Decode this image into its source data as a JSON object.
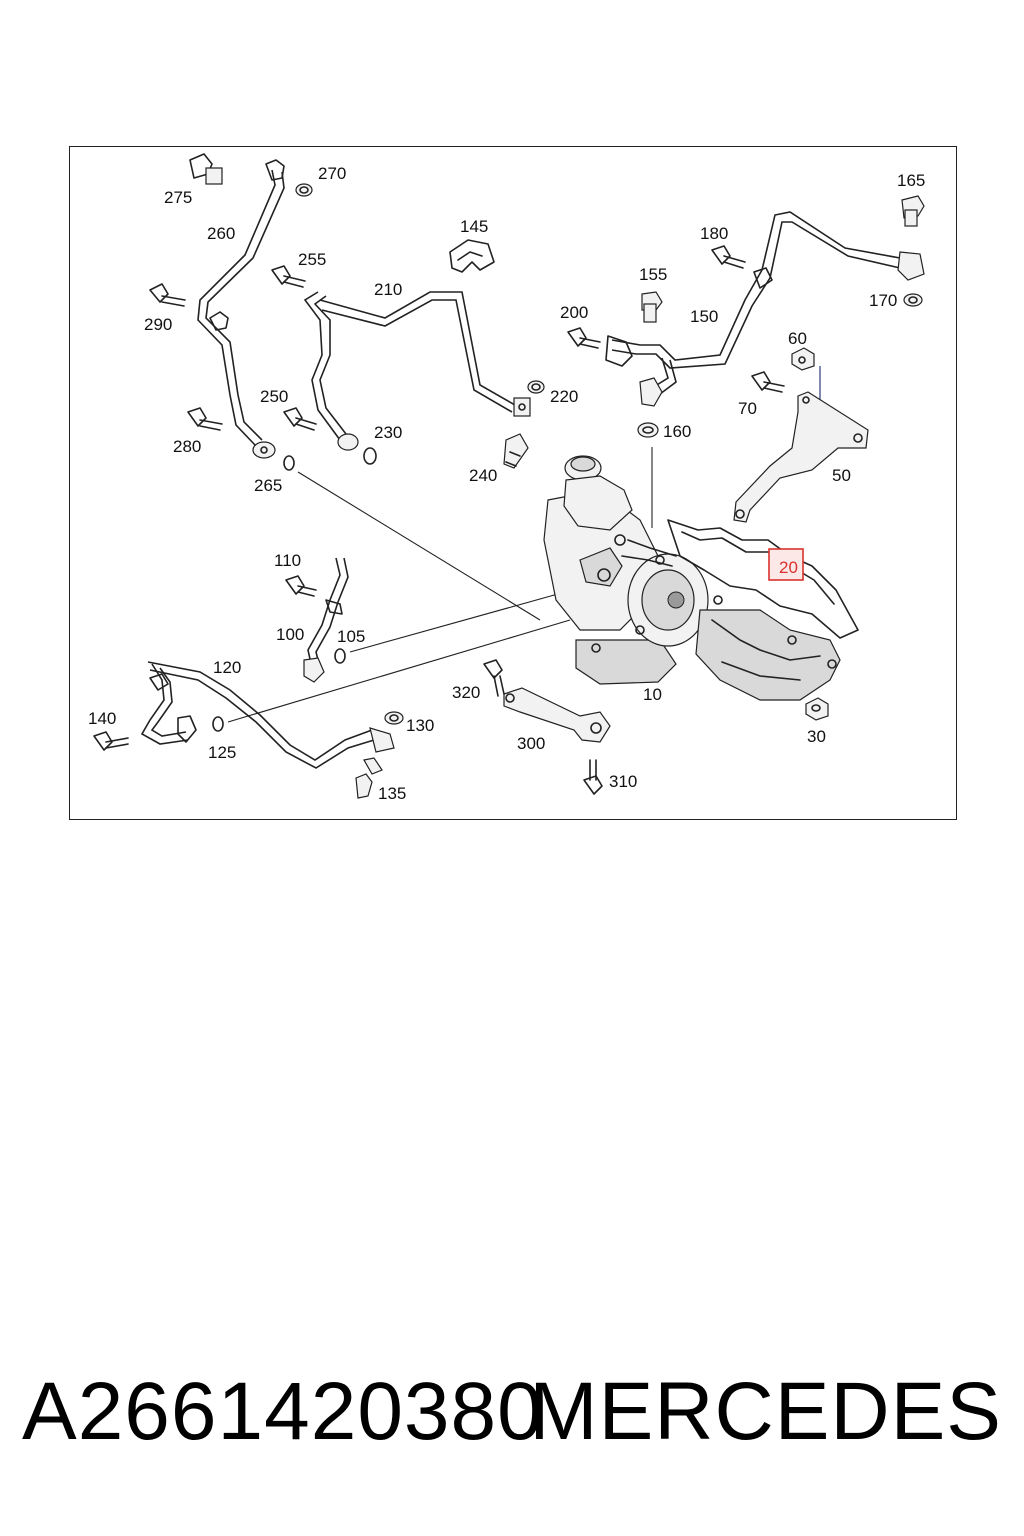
{
  "diagram": {
    "highlight_label": "20",
    "highlight_color": "#d9322e",
    "labels": {
      "l275": "275",
      "l270": "270",
      "l260": "260",
      "l255": "255",
      "l290": "290",
      "l250": "250",
      "l280": "280",
      "l265": "265",
      "l145": "145",
      "l210": "210",
      "l220": "220",
      "l230": "230",
      "l240": "240",
      "l155": "155",
      "l180": "180",
      "l150": "150",
      "l165": "165",
      "l170": "170",
      "l200": "200",
      "l160": "160",
      "l60": "60",
      "l70": "70",
      "l50": "50",
      "l110": "110",
      "l100": "100",
      "l105": "105",
      "l120": "120",
      "l140": "140",
      "l125": "125",
      "l130": "130",
      "l135": "135",
      "l320": "320",
      "l300": "300",
      "l310": "310",
      "l10": "10",
      "l30": "30"
    }
  },
  "caption": {
    "part_number": "A2661420380",
    "brand": "MERCEDES"
  }
}
